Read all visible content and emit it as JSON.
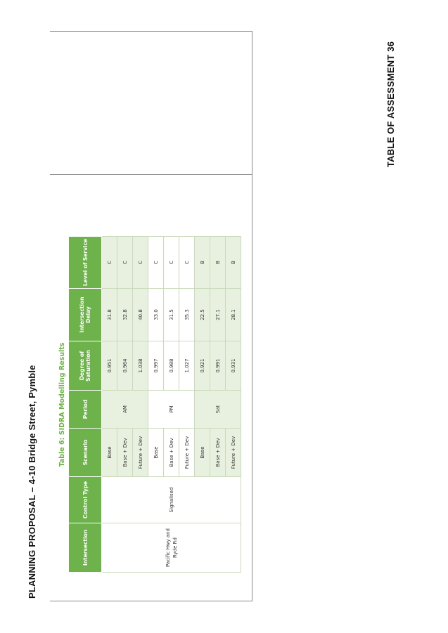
{
  "header": {
    "doc_title": "PLANNING PROPOSAL – 4-10 Bridge Street, Pymble",
    "section_title": "TABLE OF ASSESSMENT   36"
  },
  "table": {
    "caption": "Table 6: SIDRA Modelling Results",
    "headers": {
      "intersection": "Intersection",
      "control_type": "Control Type",
      "scenario": "Scenario",
      "period": "Period",
      "dos": "Degree of Saturation",
      "delay": "Intersection Delay",
      "los": "Level of Service"
    },
    "intersection": "Pacific Hwy and Ryde Rd",
    "control_type": "Signalised",
    "periods": [
      "AM",
      "PM",
      "Sat"
    ],
    "rows": [
      {
        "scenario": "Base",
        "dos": "0.951",
        "delay": "31.8",
        "los": "C"
      },
      {
        "scenario": "Base + Dev",
        "dos": "0.964",
        "delay": "32.8",
        "los": "C"
      },
      {
        "scenario": "Future + Dev",
        "dos": "1.038",
        "delay": "40.8",
        "los": "C"
      },
      {
        "scenario": "Base",
        "dos": "0.997",
        "delay": "33.0",
        "los": "C"
      },
      {
        "scenario": "Base + Dev",
        "dos": "0.988",
        "delay": "31.5",
        "los": "C"
      },
      {
        "scenario": "Future + Dev",
        "dos": "1.027",
        "delay": "35.3",
        "los": "C"
      },
      {
        "scenario": "Base",
        "dos": "0.921",
        "delay": "22.5",
        "los": "B"
      },
      {
        "scenario": "Base + Dev",
        "dos": "0.991",
        "delay": "27.1",
        "los": "B"
      },
      {
        "scenario": "Future + Dev",
        "dos": "0.931",
        "delay": "28.1",
        "los": "B"
      }
    ]
  }
}
